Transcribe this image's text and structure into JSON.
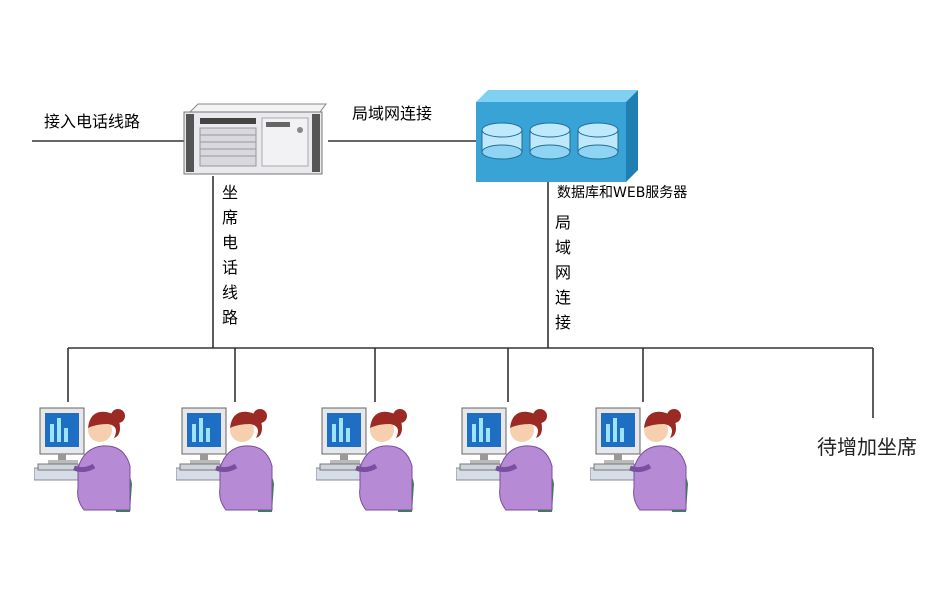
{
  "labels": {
    "incoming_line": "接入电话线路",
    "lan_top": "局域网连接",
    "db_server": "数据库和WEB服务器",
    "seat_line": "坐席电话线路",
    "lan_vertical": "局域网连接",
    "pending_seat": "待增加坐席"
  },
  "stations": [
    {
      "id": 1
    },
    {
      "id": 2
    },
    {
      "id": 3
    },
    {
      "id": 4
    },
    {
      "id": 5
    }
  ],
  "colors": {
    "wire": "#333333",
    "server_blue": "#39a3d6",
    "server_blue_light": "#7fd0f2",
    "pbx_body": "#e8e8ec",
    "person_shirt": "#b78ad6",
    "person_hair": "#9b2a25",
    "chair": "#2e8a42",
    "monitor_screen": "#2a7fd1"
  }
}
